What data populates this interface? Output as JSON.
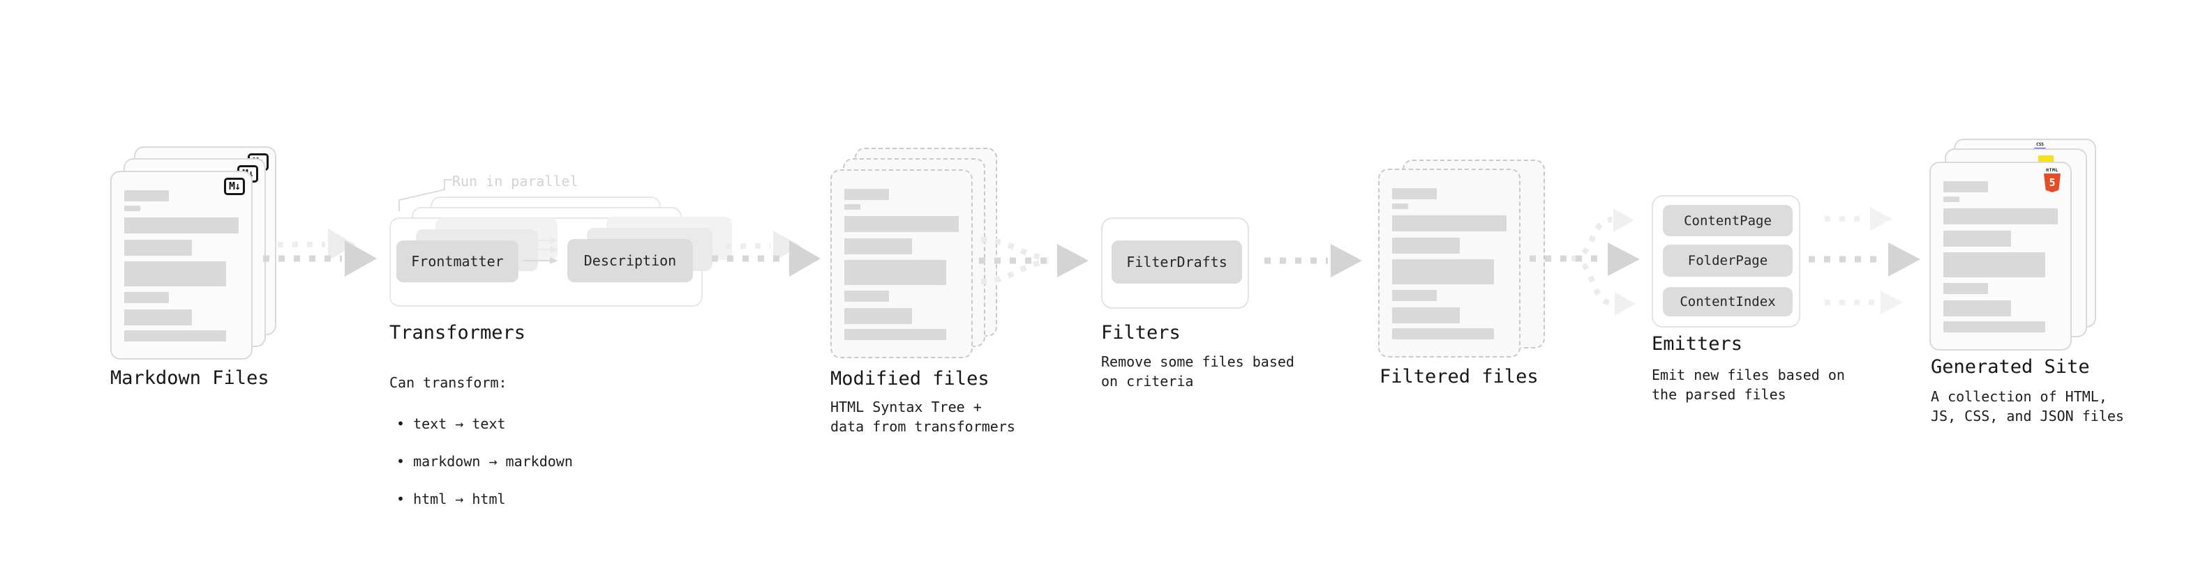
{
  "stages": {
    "markdown": {
      "title": "Markdown Files",
      "badge": "M↓"
    },
    "transformers": {
      "title": "Transformers",
      "annotation": "Run in parallel",
      "frontmatter_label": "Frontmatter",
      "description_label": "Description",
      "heading": "Can transform:",
      "bullets": [
        "• text → text",
        "• markdown → markdown",
        "• html → html"
      ]
    },
    "modified": {
      "title": "Modified files",
      "subtitle": "HTML Syntax Tree +\ndata from transformers"
    },
    "filters": {
      "title": "Filters",
      "box_label": "FilterDrafts",
      "subtitle": "Remove some files based\non criteria"
    },
    "filtered": {
      "title": "Filtered files"
    },
    "emitters": {
      "title": "Emitters",
      "boxes": [
        "ContentPage",
        "FolderPage",
        "ContentIndex"
      ],
      "subtitle": "Emit new files based on\nthe parsed files"
    },
    "generated": {
      "title": "Generated Site",
      "subtitle": "A collection of HTML,\nJS, CSS, and JSON files",
      "badges": {
        "css_label": "CSS",
        "html_label": "HTML",
        "html_numeral": "5"
      }
    }
  },
  "colors": {
    "background": "#ffffff",
    "placeholder_bar": "#d9d9d9",
    "card_border": "#d9d9d9",
    "dashed_border": "#c9c9c9",
    "gray_box_fill": "#dcdcdc",
    "arrow_main": "#d4d4d4",
    "arrow_light": "#ededed",
    "annotation_text": "#d2d2d2",
    "html5_orange": "#e44d26",
    "js_yellow": "#f7df1e",
    "css_blue": "#264de4"
  }
}
